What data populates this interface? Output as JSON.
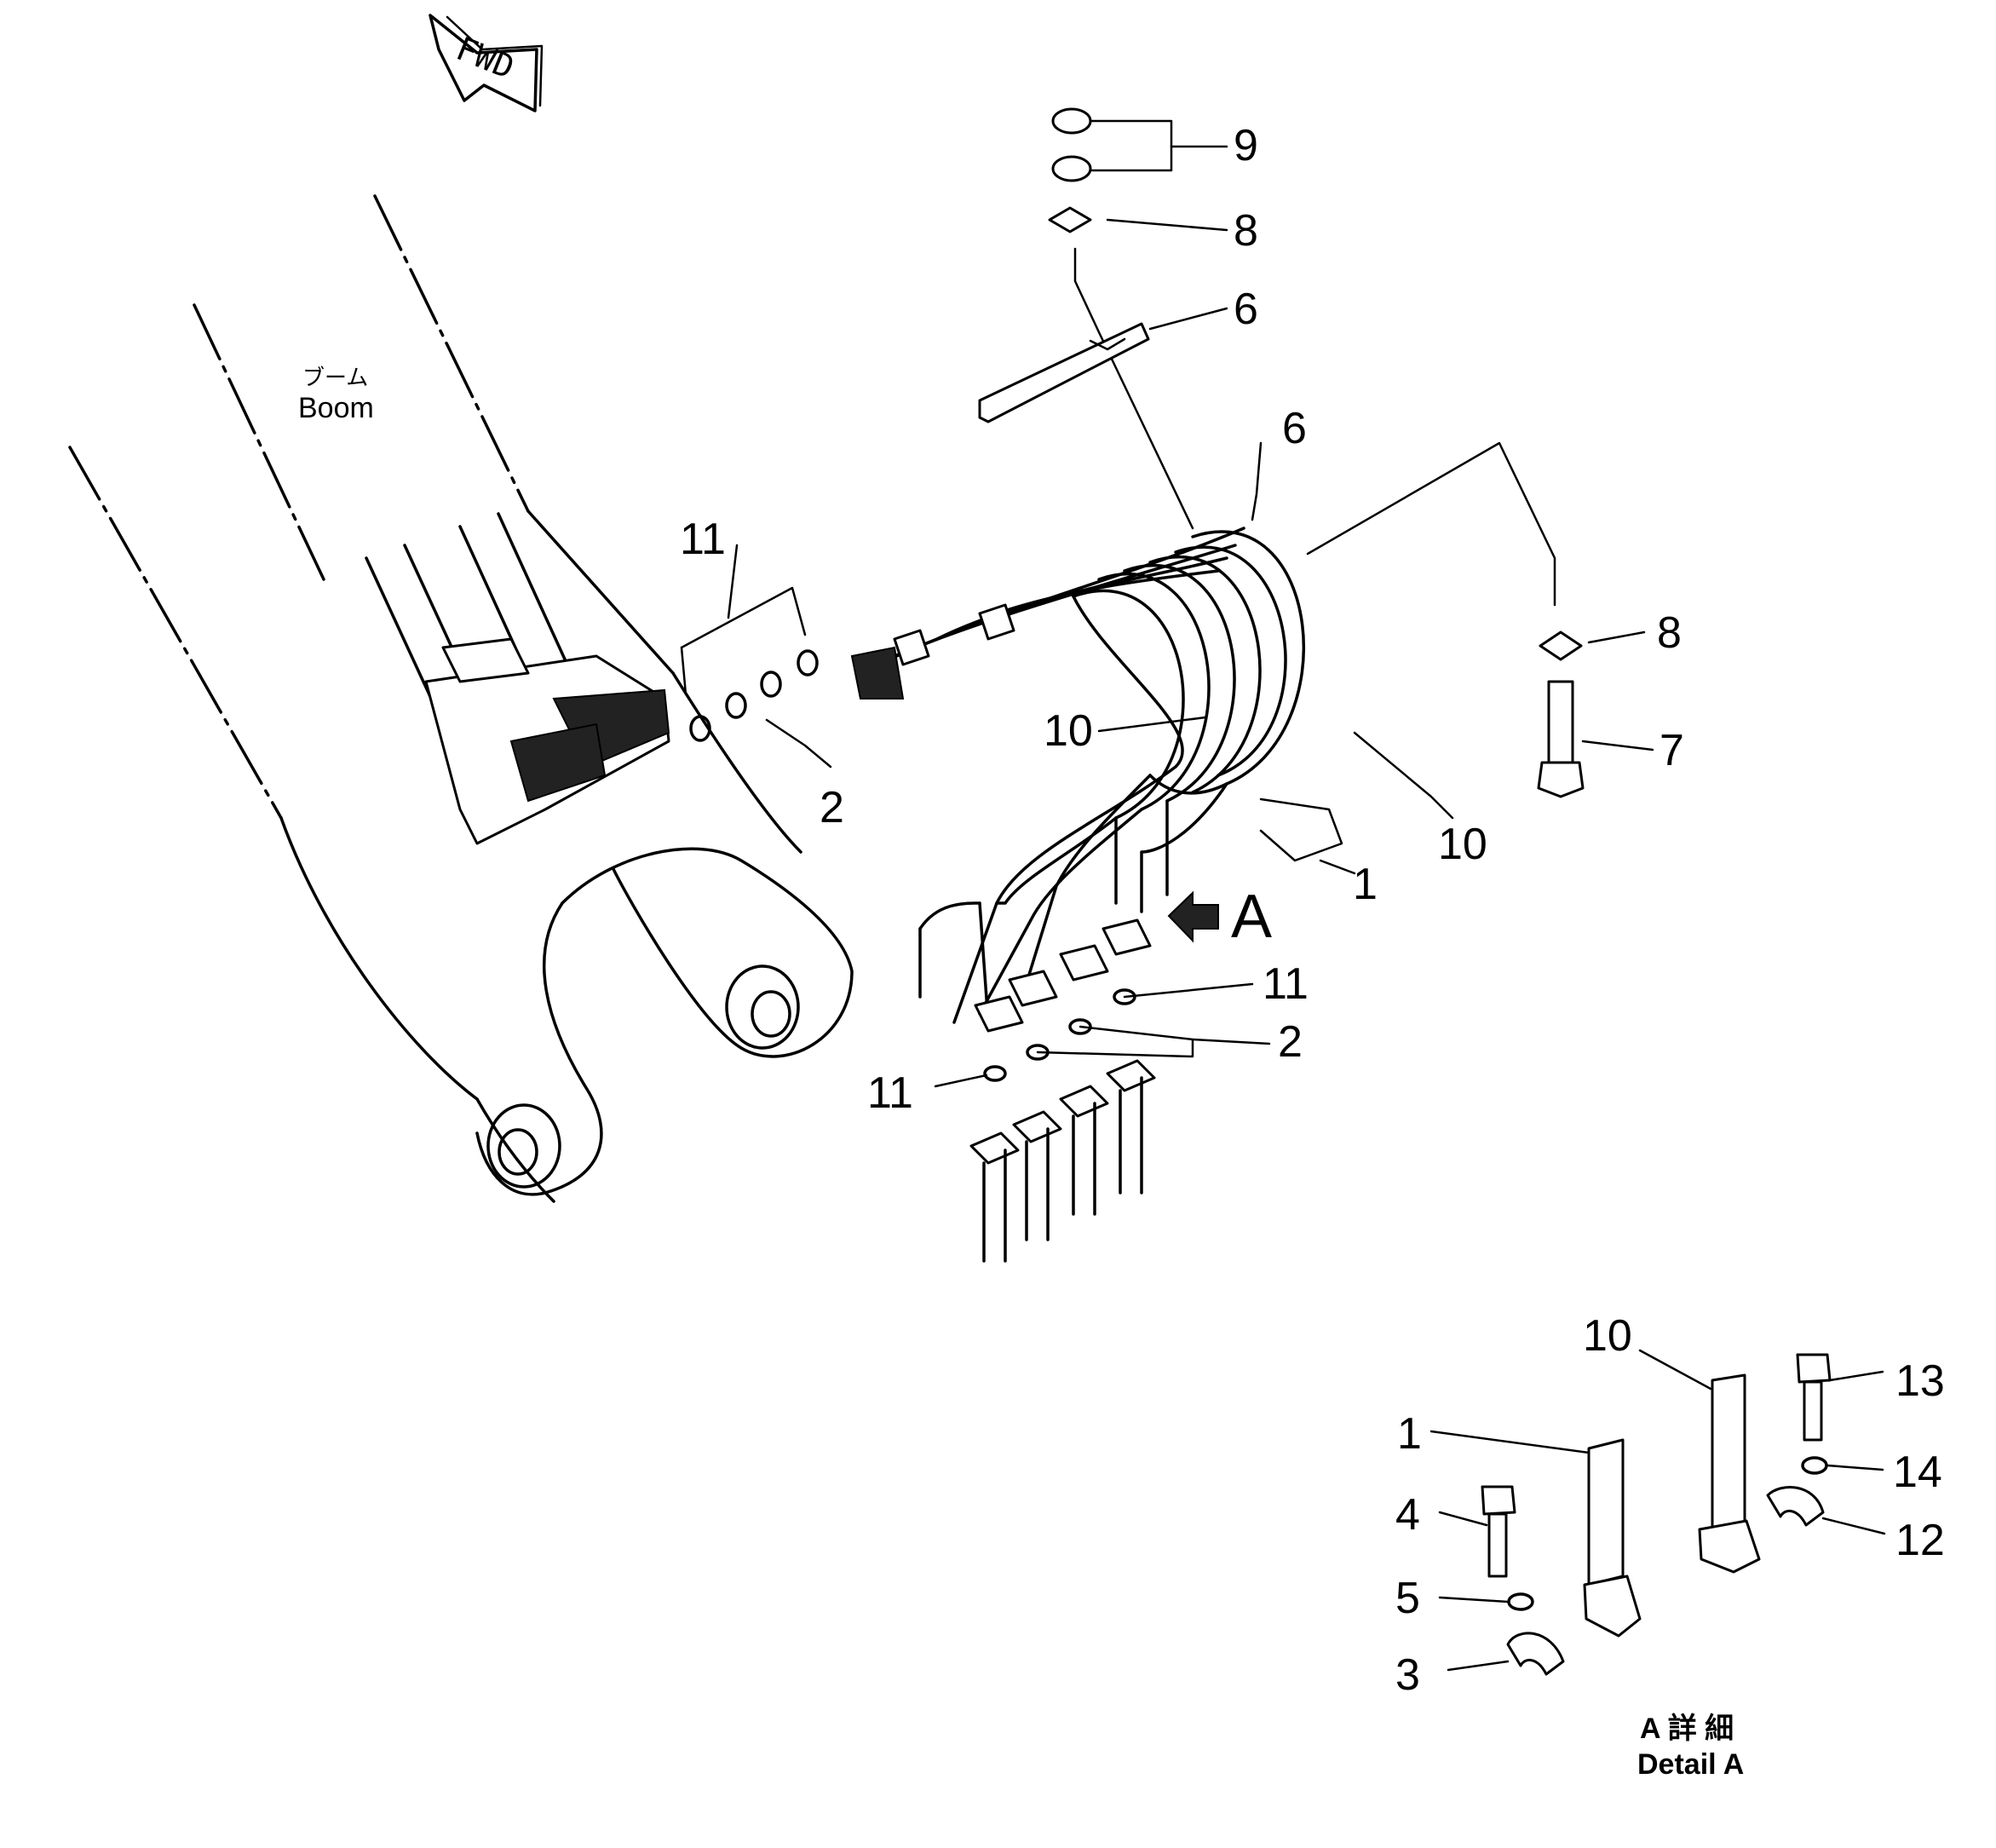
{
  "fwd_label": "FWD",
  "boom_label_jp": "ブーム",
  "boom_label_en": "Boom",
  "view_marker": "A",
  "detail_label_jp": "A 詳 細",
  "detail_label_en": "Detail A",
  "callouts": {
    "c9": "9",
    "c8_top": "8",
    "c6_top": "6",
    "c6_mid": "6",
    "c11_top": "11",
    "c8_right": "8",
    "c7": "7",
    "c10_left": "10",
    "c10_right": "10",
    "c1": "1",
    "c2_left": "2",
    "c11_mid": "11",
    "c2_mid": "2",
    "c11_low": "11",
    "d10": "10",
    "d13": "13",
    "d1": "1",
    "d14": "14",
    "d4": "4",
    "d12": "12",
    "d5": "5",
    "d3": "3"
  }
}
